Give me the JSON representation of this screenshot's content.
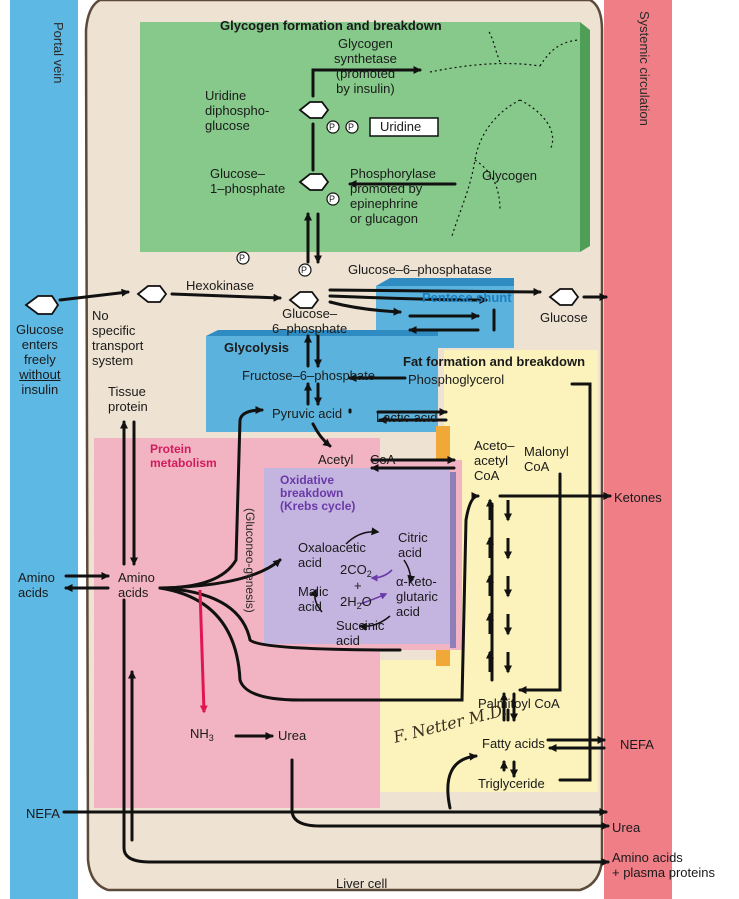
{
  "side": {
    "portal_vein": "Portal vein",
    "systemic_circulation": "Systemic circulation"
  },
  "sections": {
    "glycogen": "Glycogen formation and breakdown",
    "pentose": "Pentose shunt",
    "glycolysis": "Glycolysis",
    "fat": "Fat formation and breakdown",
    "protein_1": "Protein",
    "protein_2": "metabolism",
    "oxidative_1": "Oxidative",
    "oxidative_2": "breakdown",
    "oxidative_3": "(Krebs cycle)",
    "liver_cell": "Liver cell"
  },
  "glycogen_box": {
    "synthetase_1": "Glycogen",
    "synthetase_2": "synthetase",
    "synthetase_3": "(promoted",
    "synthetase_4": "by insulin)",
    "udp_1": "Uridine",
    "udp_2": "diphospho-",
    "udp_3": "glucose",
    "uridine": "Uridine",
    "g1p_1": "Glucose–",
    "g1p_2": "1–phosphate",
    "phos_1": "Phosphorylase",
    "phos_2": "promoted by",
    "phos_3": "epinephrine",
    "phos_4": "or glucagon",
    "glycogen": "Glycogen",
    "p_symbol": "P"
  },
  "main": {
    "glucose_enters_1": "Glucose",
    "glucose_enters_2": "enters",
    "glucose_enters_3": "freely",
    "glucose_enters_4": "without",
    "glucose_enters_5": "insulin",
    "no_transport_1": "No",
    "no_transport_2": "specific",
    "no_transport_3": "transport",
    "no_transport_4": "system",
    "hexokinase": "Hexokinase",
    "g6pase": "Glucose–6–phosphatase",
    "glucose_out": "Glucose",
    "g6p_1": "Glucose–",
    "g6p_2": "6–phosphate",
    "f6p": "Fructose–6–phosphate",
    "phosphoglycerol": "Phosphoglycerol",
    "pyruvic": "Pyruvic acid",
    "lactic": "Lactic acid",
    "tissue_protein_1": "Tissue",
    "tissue_protein_2": "protein",
    "acetyl": "Acetyl",
    "coa": "CoA",
    "acetoacetyl_1": "Aceto–",
    "acetoacetyl_2": "acetyl",
    "acetoacetyl_3": "CoA",
    "malonyl_1": "Malonyl",
    "malonyl_2": "CoA",
    "ketones": "Ketones",
    "gluconeo_1": "(Gluconeo-",
    "gluconeo_2": "genesis)",
    "oxaloacetic_1": "Oxaloacetic",
    "oxaloacetic_2": "acid",
    "citric_1": "Citric",
    "citric_2": "acid",
    "co2_a": "2CO",
    "co2_b": "2",
    "plus": "+",
    "h2o_a": "2H",
    "h2o_b": "2",
    "h2o_c": "O",
    "malic_1": "Malic",
    "malic_2": "acid",
    "akg_1": "α-keto-",
    "akg_2": "glutaric",
    "akg_3": "acid",
    "succinic_1": "Succinic",
    "succinic_2": "acid",
    "amino_in_1": "Amino",
    "amino_in_2": "acids",
    "amino_1": "Amino",
    "amino_2": "acids",
    "nh3_a": "NH",
    "nh3_b": "3",
    "urea": "Urea",
    "palmitoyl": "Palmitoyl CoA",
    "fatty": "Fatty acids",
    "nefa_right": "NEFA",
    "triglyceride": "Triglyceride",
    "nefa_left": "NEFA",
    "urea_out": "Urea",
    "amino_out_1": "Amino acids",
    "amino_out_2": "+ plasma proteins",
    "signature": "F. Netter M.D."
  },
  "colors": {
    "portal_vein": "#5db8e4",
    "systemic": "#ef7e86",
    "liver_bg": "#eee2d2",
    "glycogen_green": "#86c98a",
    "pentose_blue": "#5bb2dc",
    "fat_yellow": "#fbf3bb",
    "protein_pink": "#f2b4c2",
    "krebs_lavender": "#c4b4e0",
    "pentose_title": "#1a7fc0",
    "protein_title": "#d11b5c",
    "krebs_title": "#6a3aa8",
    "arrow": "#111111",
    "nh3_arrow": "#e0174f"
  }
}
